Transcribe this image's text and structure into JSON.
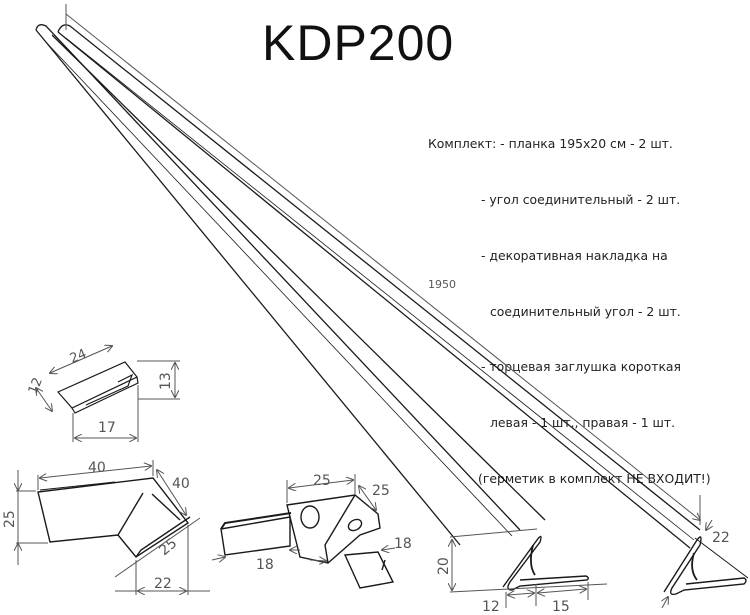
{
  "header": {
    "title": "KDP200"
  },
  "kit_list": {
    "lines": [
      "Комплект: - планка 195x20 см - 2 шт.",
      "- угол соединительный - 2 шт.",
      "- декоративная накладка на",
      "соединительный угол - 2 шт.",
      "- торцевая заглушка короткая",
      "левая - 1 шт., правая - 1 шт.",
      "(герметик в комплект НЕ ВХОДИТ!)"
    ]
  },
  "drawing": {
    "rail_length_label": "1950",
    "cap_dims": {
      "length": "24",
      "depth": "12",
      "height": "13",
      "width": "17"
    },
    "corner_cover_dims": {
      "side_a": "40",
      "side_b": "40",
      "height": "25",
      "diag": "25",
      "base": "22"
    },
    "corner_connector_dims": {
      "side_a": "25",
      "side_b": "25",
      "leg_left": "18",
      "leg_right": "18"
    },
    "profile_left_dims": {
      "height": "20",
      "lip": "12",
      "flange": "15"
    },
    "profile_right_dims": {
      "thickness": "22"
    },
    "line_color": "#1a1a1a",
    "dim_color": "#555555"
  }
}
